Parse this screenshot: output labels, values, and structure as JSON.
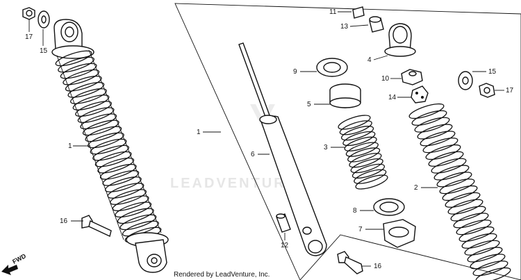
{
  "watermark": "LEADVENTURE",
  "footer": "Rendered by LeadVenture, Inc.",
  "fwd_label": "FWD",
  "callouts": {
    "c17a": "17",
    "c15a": "15",
    "c1a": "1",
    "c16a": "16",
    "c11": "11",
    "c13": "13",
    "c4": "4",
    "c9": "9",
    "c10": "10",
    "c15b": "15",
    "c17b": "17",
    "c5": "5",
    "c14": "14",
    "c1b": "1",
    "c6": "6",
    "c3": "3",
    "c2": "2",
    "c8": "8",
    "c7": "7",
    "c12": "12",
    "c16b": "16"
  }
}
